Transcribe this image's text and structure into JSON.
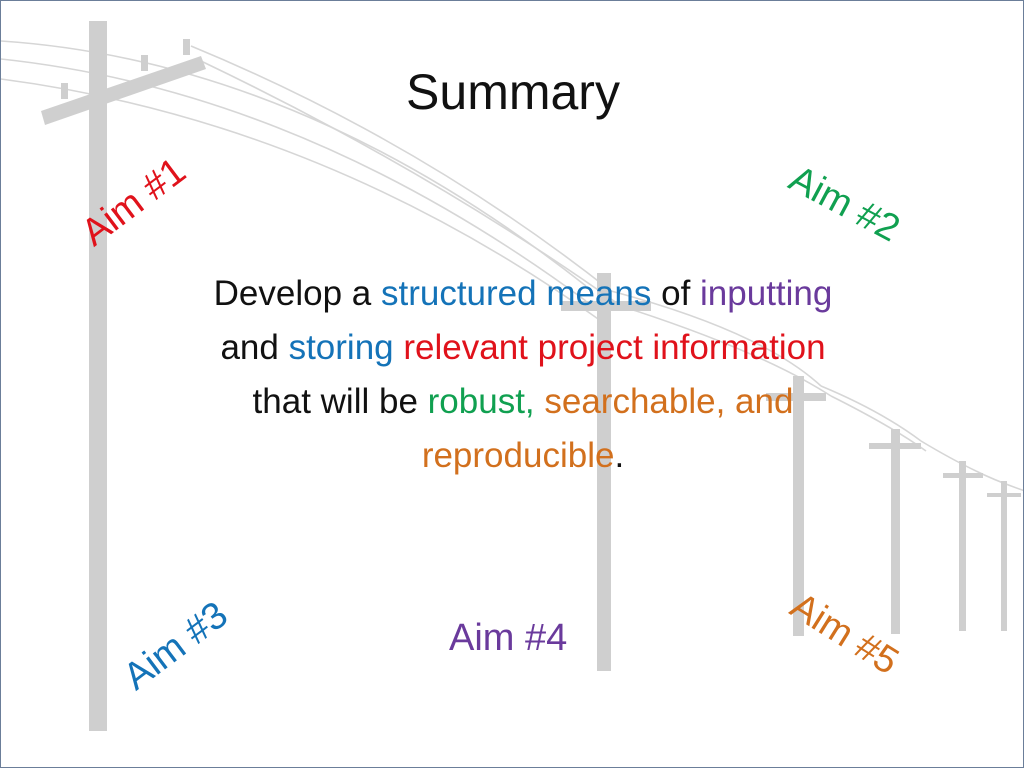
{
  "title": "Summary",
  "colors": {
    "red": "#e0121b",
    "green": "#10a050",
    "blue": "#1473b8",
    "purple": "#6a3a9c",
    "orange": "#d2701d",
    "black": "#111111"
  },
  "aims": {
    "aim1": "Aim #1",
    "aim2": "Aim #2",
    "aim3": "Aim #3",
    "aim4": "Aim #4",
    "aim5": "Aim #5"
  },
  "statement": {
    "s1": "Develop a ",
    "s2": "structured means",
    "s3": " of ",
    "s4": "inputting",
    "s5": " and ",
    "s6": "storing",
    "s7": " ",
    "s8": "relevant project information",
    "s9": " that will be ",
    "s10": "robust,",
    "s11": " ",
    "s12": "searchable, and reproducible",
    "s13": "."
  }
}
